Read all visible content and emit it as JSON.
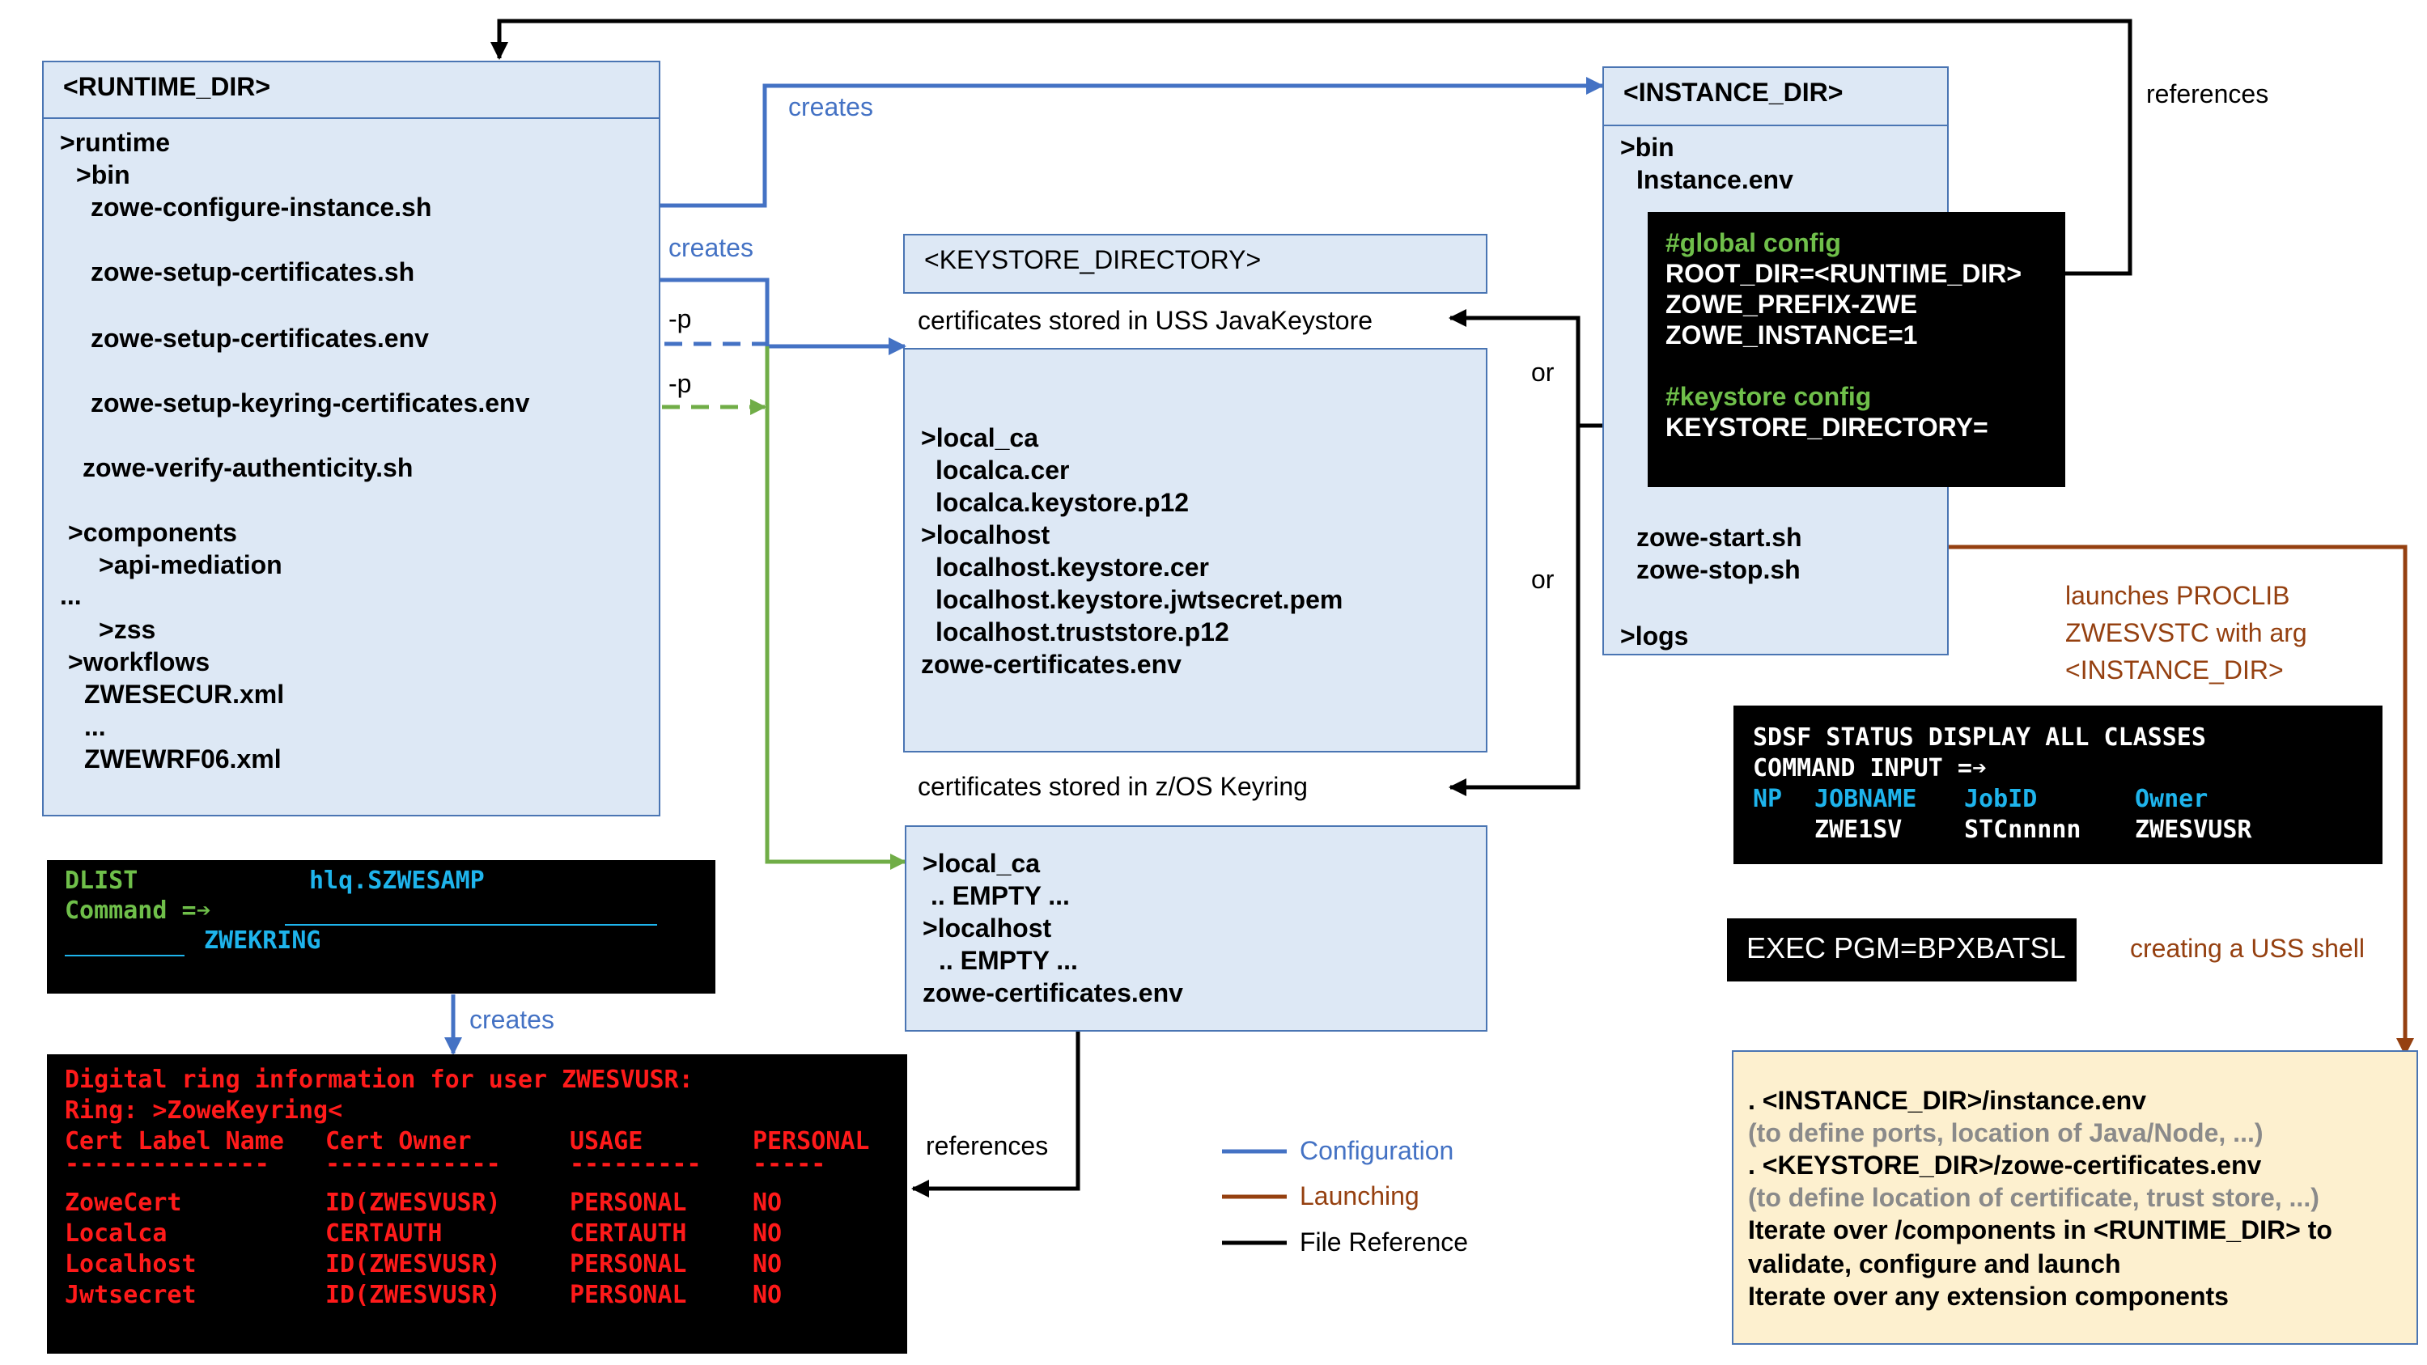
{
  "colors": {
    "configuration": "#4472c4",
    "launching": "#954010",
    "file_reference": "#000000",
    "green_line": "#70ad47",
    "box_fill": "#dde8f5",
    "box_border": "#4a75b3",
    "yellow_fill": "#fdf0cf",
    "term_green": "#6fbf4a",
    "term_cyan": "#1eb4ec",
    "term_red": "#ff1a1a"
  },
  "runtime": {
    "header": "<RUNTIME_DIR>",
    "lines": [
      ">runtime",
      ">bin",
      "zowe-configure-instance.sh",
      "zowe-setup-certificates.sh",
      "zowe-setup-certificates.env",
      "zowe-setup-keyring-certificates.env",
      "zowe-verify-authenticity.sh",
      ">components",
      ">api-mediation",
      "...",
      ">zss",
      ">workflows",
      "ZWESECUR.xml",
      "...",
      "ZWEWRF06.xml"
    ]
  },
  "instance": {
    "header": "<INSTANCE_DIR>",
    "lines": [
      ">bin",
      "Instance.env",
      "zowe-start.sh",
      "zowe-stop.sh",
      ">logs"
    ],
    "env_panel": [
      "#global config",
      "ROOT_DIR=<RUNTIME_DIR>",
      "ZOWE_PREFIX-ZWE",
      "ZOWE_INSTANCE=1",
      "#keystore config",
      "KEYSTORE_DIRECTORY="
    ]
  },
  "keystore": {
    "header": "<KEYSTORE_DIRECTORY>",
    "uss_caption": "certificates stored in USS JavaKeystore",
    "uss_lines": [
      ">local_ca",
      "localca.cer",
      "localca.keystore.p12",
      ">localhost",
      "localhost.keystore.cer",
      "localhost.keystore.jwtsecret.pem",
      "localhost.truststore.p12",
      "zowe-certificates.env"
    ],
    "ring_caption": "certificates stored in z/OS Keyring",
    "ring_lines": [
      ">local_ca",
      ".. EMPTY ...",
      ">localhost",
      ".. EMPTY ...",
      "zowe-certificates.env"
    ]
  },
  "labels": {
    "creates_1": "creates",
    "creates_2": "creates",
    "creates_3": "creates",
    "p_1": "-p",
    "p_2": "-p",
    "or_1": "or",
    "or_2": "or",
    "references_top": "references",
    "references_bottom": "references",
    "launches": [
      "launches PROCLIB",
      "ZWESVSTC with arg",
      "<INSTANCE_DIR>"
    ],
    "creating_shell": "creating a USS shell"
  },
  "dlist": {
    "cmd": "DLIST",
    "dataset": "hlq.SZWESAMP",
    "command_label": "Command =",
    "member": "ZWEKRING"
  },
  "ring": {
    "title": "Digital ring information for user ZWESVUSR:",
    "ring": "Ring: >ZoweKeyring<",
    "headers": [
      "Cert Label Name",
      "Cert Owner",
      "USAGE",
      "PERSONAL"
    ],
    "underlines": [
      "--------------",
      "------------",
      "---------",
      "-----"
    ],
    "rows": [
      [
        "ZoweCert",
        "ID(ZWESVUSR)",
        "PERSONAL",
        "NO"
      ],
      [
        "Localca",
        "CERTAUTH",
        "CERTAUTH",
        "NO"
      ],
      [
        "Localhost",
        "ID(ZWESVUSR)",
        "PERSONAL",
        "NO"
      ],
      [
        "Jwtsecret",
        "ID(ZWESVUSR)",
        "PERSONAL",
        "NO"
      ]
    ]
  },
  "sdsf": {
    "title": "SDSF STATUS DISPLAY ALL CLASSES",
    "command_label": "COMMAND INPUT =",
    "headers": [
      "NP",
      "JOBNAME",
      "JobID",
      "Owner"
    ],
    "row": [
      "ZWE1SV",
      "STCnnnnn",
      "ZWESVUSR"
    ]
  },
  "exec": "EXEC PGM=BPXBATSL",
  "startup": [
    ". <INSTANCE_DIR>/instance.env",
    "(to define ports, location of Java/Node, ...)",
    ". <KEYSTORE_DIR>/zowe-certificates.env",
    "(to define location of certificate, trust store, ...)",
    "Iterate over /components in <RUNTIME_DIR> to",
    "validate, configure and launch",
    "Iterate over any extension components"
  ],
  "legend": {
    "configuration": "Configuration",
    "launching": "Launching",
    "file_reference": "File Reference"
  }
}
